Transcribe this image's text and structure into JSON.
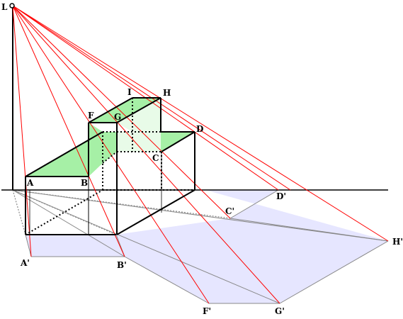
{
  "diagram": {
    "labels": {
      "L": "L",
      "A": "A",
      "B": "B",
      "C": "C",
      "D": "D",
      "F": "F",
      "G": "G",
      "H": "H",
      "I": "I",
      "A_shadow": "A'",
      "B_shadow": "B'",
      "C_shadow": "C'",
      "D_shadow": "D'",
      "F_shadow": "F'",
      "G_shadow": "G'",
      "H_shadow": "H'"
    },
    "colors": {
      "light_ray": "#ff0000",
      "shadow_fill": "#e6e6ff",
      "shadow_edge": "#888888",
      "top_face": "#a6f0a6",
      "top_face_light": "#e8fbe8",
      "edge": "#000000",
      "background": "#ffffff"
    }
  }
}
